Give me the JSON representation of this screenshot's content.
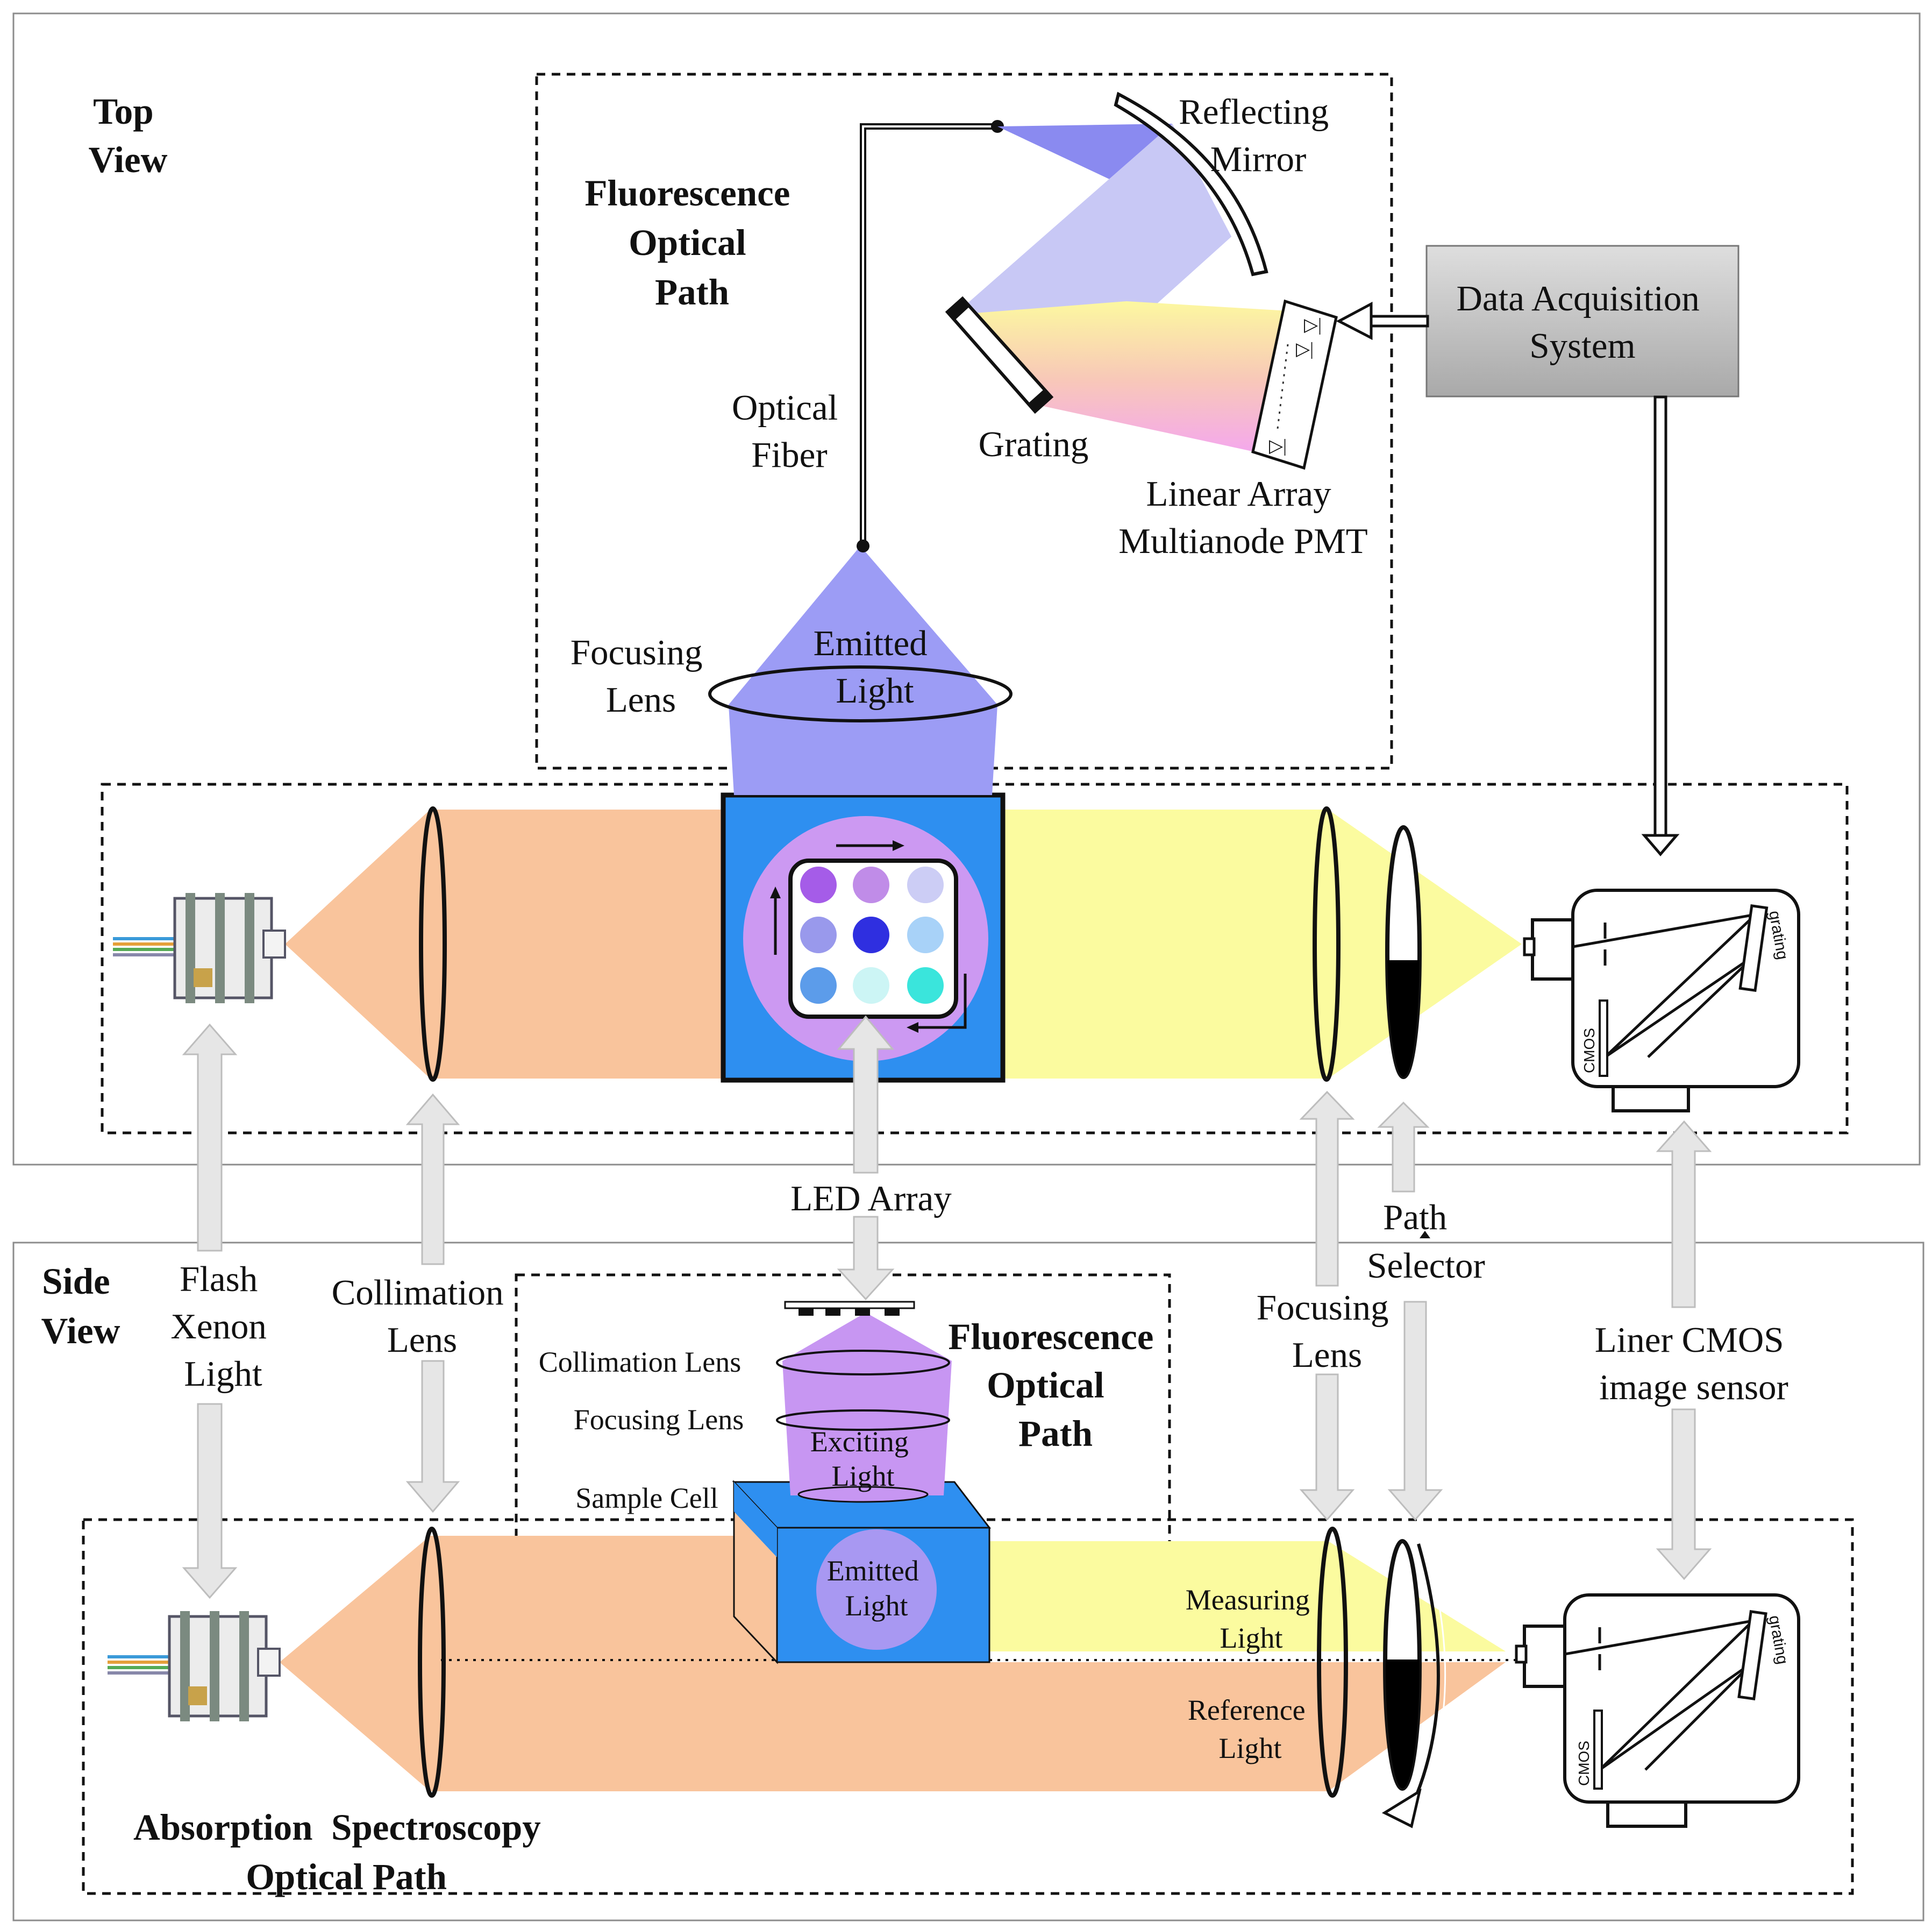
{
  "views": {
    "top_view": [
      "Top",
      "View"
    ],
    "side_view": [
      "Side",
      "View"
    ]
  },
  "top": {
    "fluorescence_title": [
      "Fluorescence",
      "Optical",
      "Path"
    ],
    "reflecting_mirror": [
      "Reflecting",
      "Mirror"
    ],
    "optical_fiber": [
      "Optical",
      "Fiber"
    ],
    "grating": "Grating",
    "linear_array_pmt": [
      "Linear Array",
      "Multianode PMT"
    ],
    "data_acquisition": [
      "Data Acquisition",
      "System"
    ],
    "focusing_lens": [
      "Focusing",
      "Lens"
    ],
    "emitted_light": [
      "Emitted",
      "Light"
    ]
  },
  "middle": {
    "led_array": "LED Array",
    "path_selector": [
      "Path",
      "Selector"
    ],
    "flash_xenon": [
      "Flash",
      "Xenon",
      "Light"
    ],
    "collimation_lens": [
      "Collimation",
      "Lens"
    ],
    "focusing_lens": [
      "Focusing",
      "Lens"
    ],
    "liner_cmos": [
      "Liner CMOS",
      "image sensor"
    ]
  },
  "side": {
    "fluorescence_title": [
      "Fluorescence",
      "Optical",
      "Path"
    ],
    "collimation_lens": "Collimation Lens",
    "focusing_lens": "Focusing Lens",
    "sample_cell": "Sample Cell",
    "exciting_light": [
      "Exciting",
      "Light"
    ],
    "emitted_light": [
      "Emitted",
      "Light"
    ],
    "measuring_light": [
      "Measuring",
      "Light"
    ],
    "reference_light": [
      "Reference",
      "Light"
    ],
    "absorption_title": [
      "Absorption  Spectroscopy",
      "Optical Path"
    ]
  },
  "spectrometer": {
    "grating_label": "grating",
    "cmos_label": "CMOS"
  },
  "colors": {
    "orange_beam": "#f9c49c",
    "yellow_beam": "#fbfb9f",
    "emitted_blue": "#9c9cf5",
    "sample_blue": "#2e8ff0",
    "sample_pink": "#cc99f2",
    "exciting_violet": "#c796f2",
    "daq_gray": "#b8b8b8",
    "arrow_gray": "#e6e6e6"
  },
  "well_colors": [
    "#a55ce8",
    "#c08ce8",
    "#cccdf5",
    "#9999ec",
    "#2f2fe0",
    "#a8d2f8",
    "#5c9cea",
    "#ccf5f5",
    "#3ae5dc"
  ]
}
